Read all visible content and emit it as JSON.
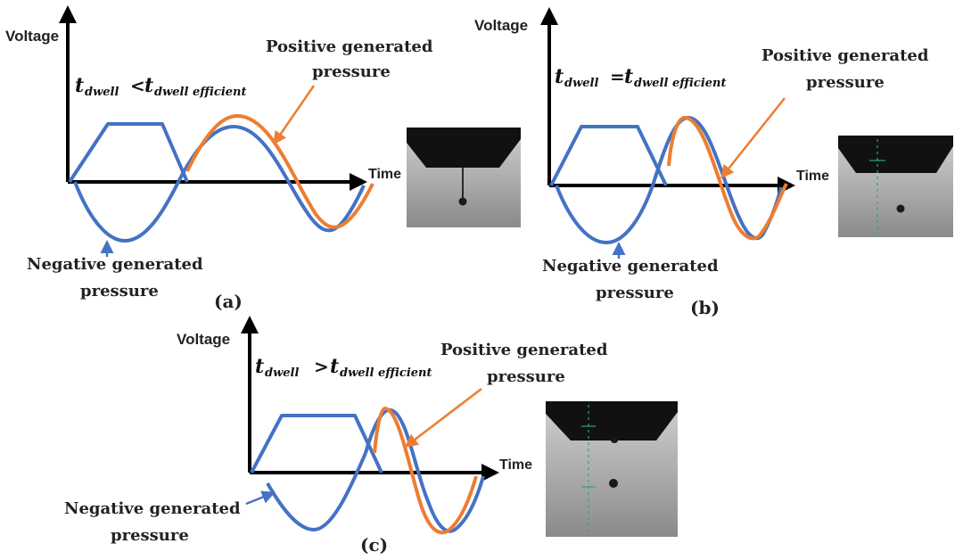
{
  "colors": {
    "applied_waveform": "#4472C4",
    "generated_pressure": "#ED7D31",
    "axis": "#000000",
    "scale_marks": "#2E9E8E"
  },
  "panels": [
    {
      "id": "a",
      "caption": "(a)",
      "y_axis_label": "Voltage",
      "x_axis_label": "Time",
      "condition": {
        "lhs": "t",
        "lhs_sub": "dwell",
        "relation": "<",
        "rhs": "t",
        "rhs_sub": "dwell efficient"
      },
      "positive_label_lines": [
        "Positive generated",
        "pressure"
      ],
      "negative_label_lines": [
        "Negative generated",
        "pressure"
      ],
      "image_alt": "nozzle with droplet attached by a thin filament"
    },
    {
      "id": "b",
      "caption": "(b)",
      "y_axis_label": "Voltage",
      "x_axis_label": "Time",
      "condition": {
        "lhs": "t",
        "lhs_sub": "dwell",
        "relation": "=",
        "rhs": "t",
        "rhs_sub": "dwell efficient"
      },
      "positive_label_lines": [
        "Positive generated",
        "pressure"
      ],
      "negative_label_lines": [
        "Negative generated",
        "pressure"
      ],
      "image_alt": "nozzle with a detached single droplet"
    },
    {
      "id": "c",
      "caption": "(c)",
      "y_axis_label": "Voltage",
      "x_axis_label": "Time",
      "condition": {
        "lhs": "t",
        "lhs_sub": "dwell",
        "relation": ">",
        "rhs": "t",
        "rhs_sub": "dwell efficient"
      },
      "positive_label_lines": [
        "Positive generated",
        "pressure"
      ],
      "negative_label_lines": [
        "Negative generated",
        "pressure"
      ],
      "image_alt": "nozzle with droplet and residual meniscus"
    }
  ]
}
